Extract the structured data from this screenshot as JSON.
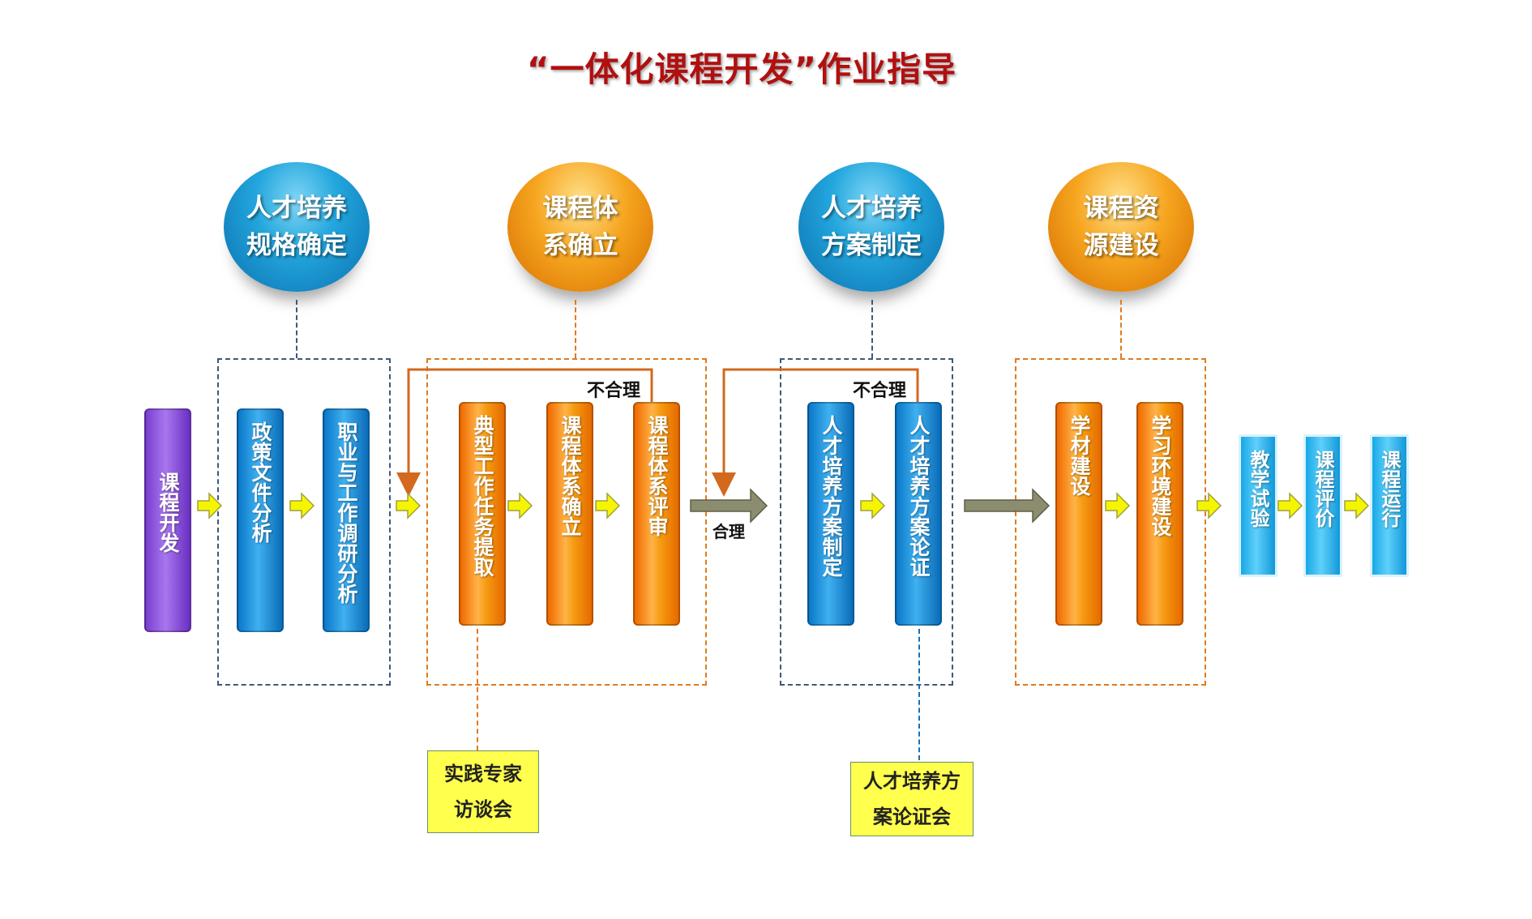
{
  "title": "“一体化课程开发”作业指导",
  "stages": [
    {
      "label": "人才培养\n规格确定",
      "color": "blue"
    },
    {
      "label": "课程体\n系确立",
      "color": "orange"
    },
    {
      "label": "人才培养\n方案制定",
      "color": "blue"
    },
    {
      "label": "课程资\n源建设",
      "color": "orange"
    }
  ],
  "steps": {
    "start": "课程开发",
    "policy": "政策文件分析",
    "survey": "职业与工作调研分析",
    "task": "典型工作任务提取",
    "system": "课程体系确立",
    "review": "课程体系评审",
    "plan": "人才培养方案制定",
    "plan_demo": "人才培养方案论证",
    "material": "学材建设",
    "env": "学习环境建设",
    "trial": "教学试验",
    "eval": "课程评价",
    "run": "课程运行"
  },
  "labels": {
    "unreasonable_1": "不合理",
    "unreasonable_2": "不合理",
    "reasonable": "合理"
  },
  "notes": {
    "expert": "实践专家\n访谈会",
    "plan_meeting": "人才培养方\n案论证会"
  },
  "colors": {
    "title": "#b01010",
    "blue_dash": "#3d5a78",
    "orange_dash": "#e07a1f",
    "feedback_line": "#d2691e",
    "note_bg": "#ffff4d",
    "small_arrow": "#f5f500",
    "big_arrow": "#8a8a6a"
  },
  "icons": [
    "arrow-right-icon"
  ]
}
